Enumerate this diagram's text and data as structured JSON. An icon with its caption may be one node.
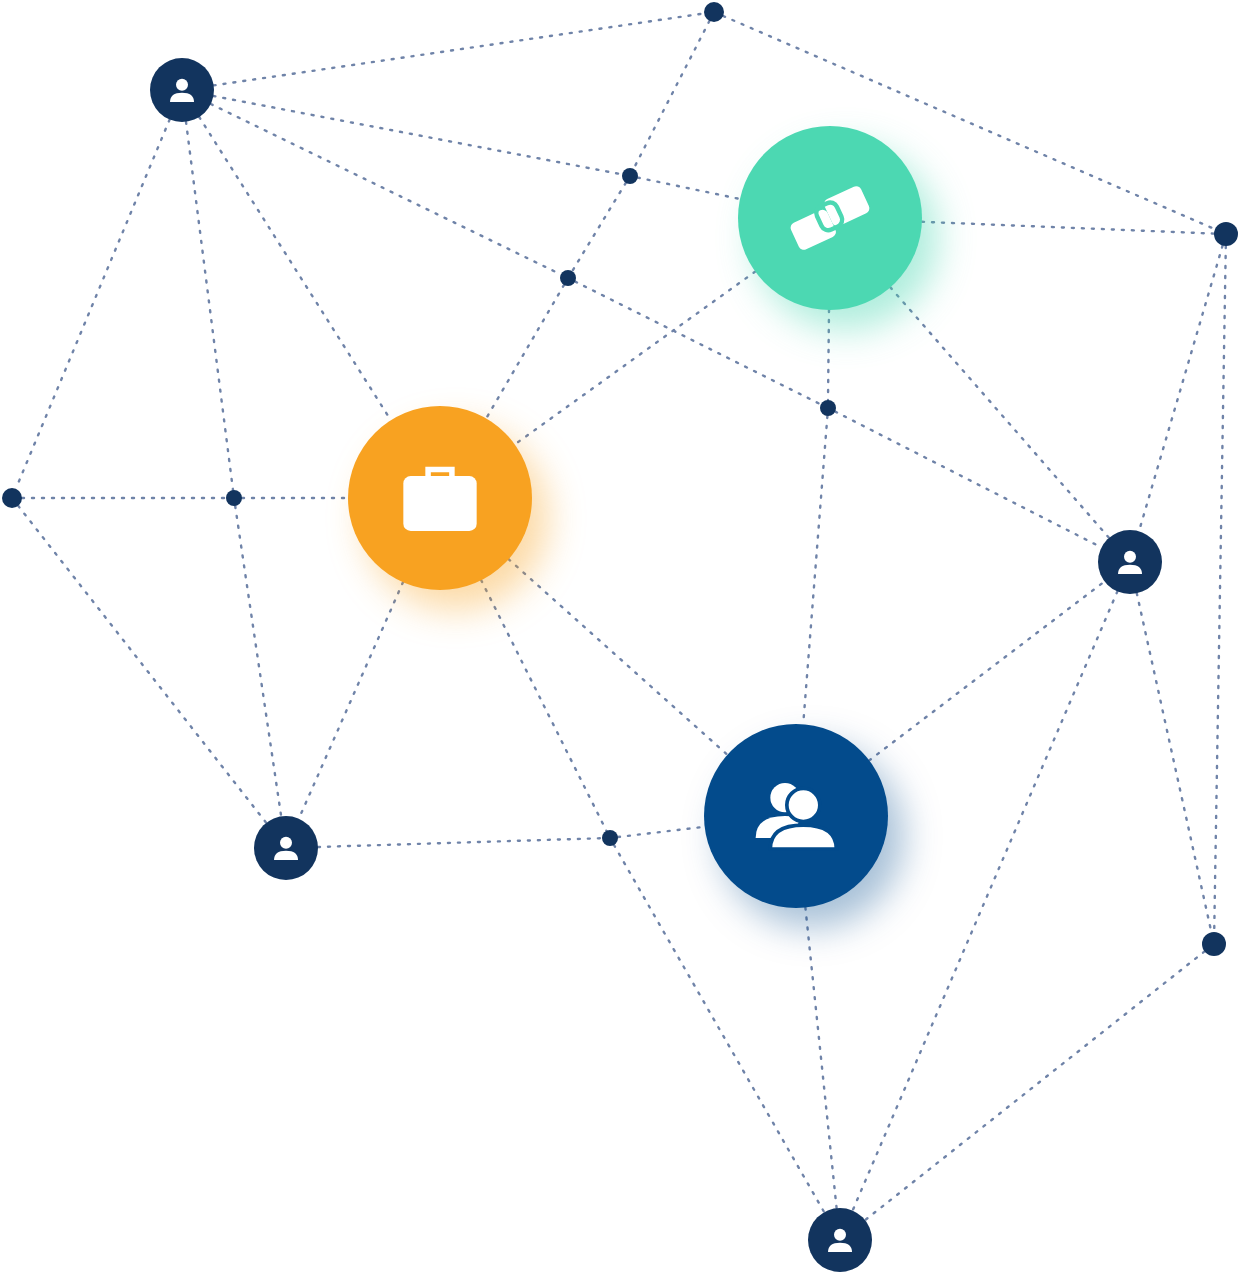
{
  "diagram": {
    "nodes": [
      {
        "text": [],
        "shape": "circle"
      },
      {
        "text": [],
        "shape": "circle"
      },
      {
        "text": [],
        "shape": "circle"
      },
      {
        "text": [],
        "shape": "circle"
      },
      {
        "text": [],
        "shape": "circle"
      },
      {
        "text": [],
        "shape": "circle"
      },
      {
        "text": [],
        "shape": "circle"
      },
      {
        "text": [],
        "shape": "circle"
      },
      {
        "text": [],
        "shape": "circle"
      },
      {
        "text": [],
        "shape": "circle"
      },
      {
        "text": [],
        "shape": "circle"
      },
      {
        "text": [],
        "shape": "circle"
      },
      {
        "text": [],
        "shape": "circle"
      },
      {
        "text": [],
        "shape": "circle"
      },
      {
        "text": [],
        "shape": "circle"
      },
      {
        "text": [],
        "shape": "circle"
      }
    ],
    "edges": [
      {
        "from": 0,
        "to": 1,
        "arrow": "none",
        "style": "dashed"
      },
      {
        "from": 0,
        "to": 2,
        "arrow": "none",
        "style": "dashed"
      },
      {
        "from": 2,
        "to": 3,
        "arrow": "none",
        "style": "dashed"
      },
      {
        "from": 0,
        "to": 5,
        "arrow": "none",
        "style": "dashed"
      },
      {
        "from": 5,
        "to": 6,
        "arrow": "none",
        "style": "dashed"
      },
      {
        "from": 0,
        "to": 7,
        "arrow": "none",
        "style": "dashed"
      },
      {
        "from": 0,
        "to": 8,
        "arrow": "none",
        "style": "dashed"
      },
      {
        "from": 0,
        "to": 9,
        "arrow": "none",
        "style": "dashed"
      },
      {
        "from": 1,
        "to": 2,
        "arrow": "none",
        "style": "dashed"
      },
      {
        "from": 2,
        "to": 5,
        "arrow": "none",
        "style": "dashed"
      },
      {
        "from": 5,
        "to": 9,
        "arrow": "none",
        "style": "dashed"
      },
      {
        "from": 1,
        "to": 4,
        "arrow": "none",
        "style": "dashed"
      },
      {
        "from": 3,
        "to": 4,
        "arrow": "none",
        "style": "dashed"
      },
      {
        "from": 3,
        "to": 9,
        "arrow": "none",
        "style": "dashed"
      },
      {
        "from": 3,
        "to": 6,
        "arrow": "none",
        "style": "dashed"
      },
      {
        "from": 3,
        "to": 10,
        "arrow": "none",
        "style": "dashed"
      },
      {
        "from": 4,
        "to": 10,
        "arrow": "none",
        "style": "dashed"
      },
      {
        "from": 4,
        "to": 14,
        "arrow": "none",
        "style": "dashed"
      },
      {
        "from": 6,
        "to": 10,
        "arrow": "none",
        "style": "dashed"
      },
      {
        "from": 6,
        "to": 13,
        "arrow": "none",
        "style": "dashed"
      },
      {
        "from": 7,
        "to": 8,
        "arrow": "none",
        "style": "dashed"
      },
      {
        "from": 8,
        "to": 9,
        "arrow": "none",
        "style": "dashed"
      },
      {
        "from": 7,
        "to": 11,
        "arrow": "none",
        "style": "dashed"
      },
      {
        "from": 8,
        "to": 11,
        "arrow": "none",
        "style": "dashed"
      },
      {
        "from": 9,
        "to": 11,
        "arrow": "none",
        "style": "dashed"
      },
      {
        "from": 9,
        "to": 12,
        "arrow": "none",
        "style": "dashed"
      },
      {
        "from": 9,
        "to": 13,
        "arrow": "none",
        "style": "dashed"
      },
      {
        "from": 11,
        "to": 12,
        "arrow": "none",
        "style": "dashed"
      },
      {
        "from": 12,
        "to": 13,
        "arrow": "none",
        "style": "dashed"
      },
      {
        "from": 12,
        "to": 15,
        "arrow": "none",
        "style": "dashed"
      },
      {
        "from": 13,
        "to": 10,
        "arrow": "none",
        "style": "dashed"
      },
      {
        "from": 13,
        "to": 15,
        "arrow": "none",
        "style": "dashed"
      },
      {
        "from": 10,
        "to": 15,
        "arrow": "none",
        "style": "dashed"
      },
      {
        "from": 10,
        "to": 14,
        "arrow": "none",
        "style": "dashed"
      },
      {
        "from": 14,
        "to": 15,
        "arrow": "none",
        "style": "dashed"
      }
    ]
  }
}
